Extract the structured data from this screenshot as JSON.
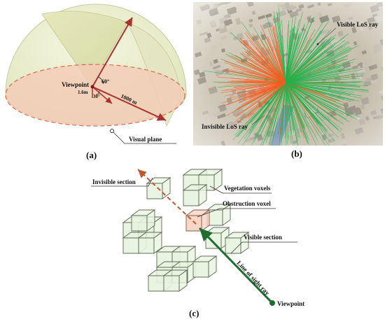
{
  "panel_a": {
    "viewpoint_label": "Viewpoint",
    "height_label": "1.6m",
    "angle_60": "60°",
    "angle_30": "30°",
    "distance_label": "1000 m",
    "visual_plane_label": "Visual plane",
    "caption": "(a)"
  },
  "panel_b": {
    "visible_ray_label": "Visible LoS ray",
    "invisible_ray_label": "Invisible LoS ray",
    "caption": "(b)",
    "colors": {
      "visible": "#22b14c",
      "invisible": "#ff5a1f"
    }
  },
  "panel_c": {
    "invisible_section_label": "Invisible section",
    "vegetation_voxels_label": "Vegetation voxels",
    "obstruction_voxel_label": "Obstruction voxel",
    "visible_section_label": "Visible section",
    "line_of_sight_label": "Line of sight ray",
    "viewpoint_label": "Viewpoint",
    "caption": "(c)",
    "colors": {
      "visible": "#1f6e2e",
      "invisible": "#c0582f",
      "voxel_fill": "#e8f3df",
      "obstruction_fill": "#f7d2c0"
    }
  }
}
